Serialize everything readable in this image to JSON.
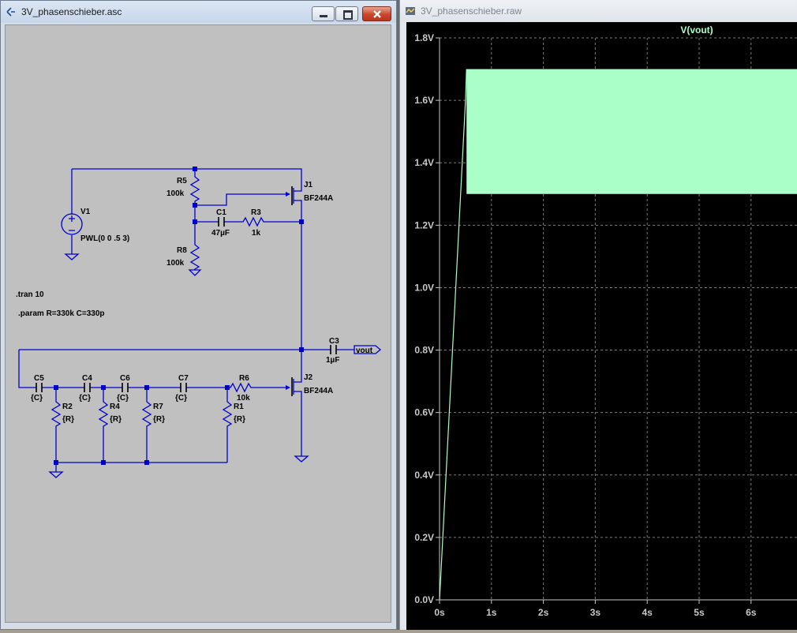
{
  "schematic_window": {
    "title": "3V_phasenschieber.asc",
    "icon": "ltspice-schematic-icon",
    "buttons": [
      "minimize",
      "maximize",
      "close"
    ]
  },
  "waveform_window": {
    "title": "3V_phasenschieber.raw",
    "icon": "waveform-icon"
  },
  "schematic": {
    "labels": {
      "r5": "R5",
      "r5v": "100k",
      "r8": "R8",
      "r8v": "100k",
      "c1": "C1",
      "c1v": "47µF",
      "r3": "R3",
      "r3v": "1k",
      "j1": "J1",
      "j1m": "BF244A",
      "j2": "J2",
      "j2m": "BF244A",
      "v1": "V1",
      "v1v": "PWL(0 0 .5 3)",
      "tran": ".tran 10",
      "param": ".param R=330k C=330p",
      "c3": "C3",
      "c3v": "1µF",
      "vout": "vout",
      "c5": "C5",
      "c5v": "{C}",
      "c4": "C4",
      "c4v": "{C}",
      "c6": "C6",
      "c6v": "{C}",
      "c7": "C7",
      "c7v": "{C}",
      "r6": "R6",
      "r6v": "10k",
      "r2": "R2",
      "r2v": "{R}",
      "r4": "R4",
      "r4v": "{R}",
      "r7": "R7",
      "r7v": "{R}",
      "r1": "R1",
      "r1v": "{R}"
    }
  },
  "chart_data": {
    "type": "line",
    "title": "V(vout)",
    "xlabel": "",
    "ylabel": "",
    "x_ticks": [
      "0s",
      "1s",
      "2s",
      "3s",
      "4s",
      "5s",
      "6s"
    ],
    "y_ticks": [
      "0.0V",
      "0.2V",
      "0.4V",
      "0.6V",
      "0.8V",
      "1.0V",
      "1.2V",
      "1.4V",
      "1.6V",
      "1.8V"
    ],
    "xlim": [
      0,
      6.9
    ],
    "ylim": [
      0,
      1.8
    ],
    "grid": true,
    "series": [
      {
        "color": "#aaffc8",
        "ramp": [
          [
            0,
            0
          ],
          [
            0.5,
            1.6
          ],
          [
            0.52,
            1.7
          ]
        ],
        "oscillation": {
          "t_start": 0.52,
          "t_end": 6.9,
          "v_min": 1.3,
          "v_max": 1.7
        }
      }
    ]
  }
}
